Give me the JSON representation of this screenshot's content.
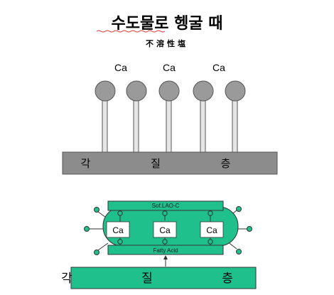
{
  "title": "수도물로 헹굴 때",
  "subtitle": "不溶性塩",
  "top_diagram": {
    "ca_labels": [
      "Ca",
      "Ca",
      "Ca"
    ],
    "layer_label": "각 질 층"
  },
  "bottom_diagram": {
    "top_band_label": "Sof.LAO-C",
    "bottom_band_label": "Fatty   Acid",
    "ca_labels": [
      "Ca",
      "Ca",
      "Ca"
    ],
    "layer_label": "각 질 층"
  },
  "colors": {
    "green": "#1fc08c",
    "green_dark": "#16936a",
    "gray": "#8c8c8c",
    "ball": "#9a9a9a"
  }
}
